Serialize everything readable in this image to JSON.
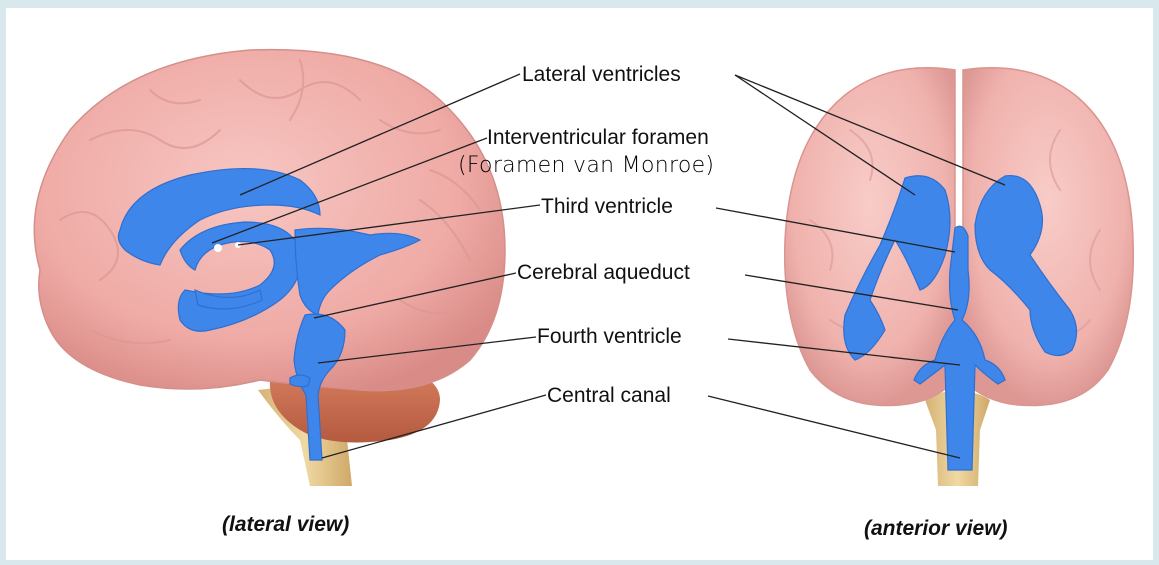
{
  "colors": {
    "background": "#d8e8ec",
    "brain": "#f3b0ac",
    "ventricles": "#3f86ea",
    "cerebellum": "#c86a4c",
    "brainstem": "#e2c48a"
  },
  "labels": {
    "lateral_ventricles": "Lateral ventricles",
    "interventricular_foramen": "Interventricular foramen",
    "foramen_note": "(Foramen van Monroe)",
    "third_ventricle": "Third ventricle",
    "cerebral_aqueduct": "Cerebral aqueduct",
    "fourth_ventricle": "Fourth ventricle",
    "central_canal": "Central canal"
  },
  "captions": {
    "lateral": "(lateral view)",
    "anterior": "(anterior view)"
  }
}
